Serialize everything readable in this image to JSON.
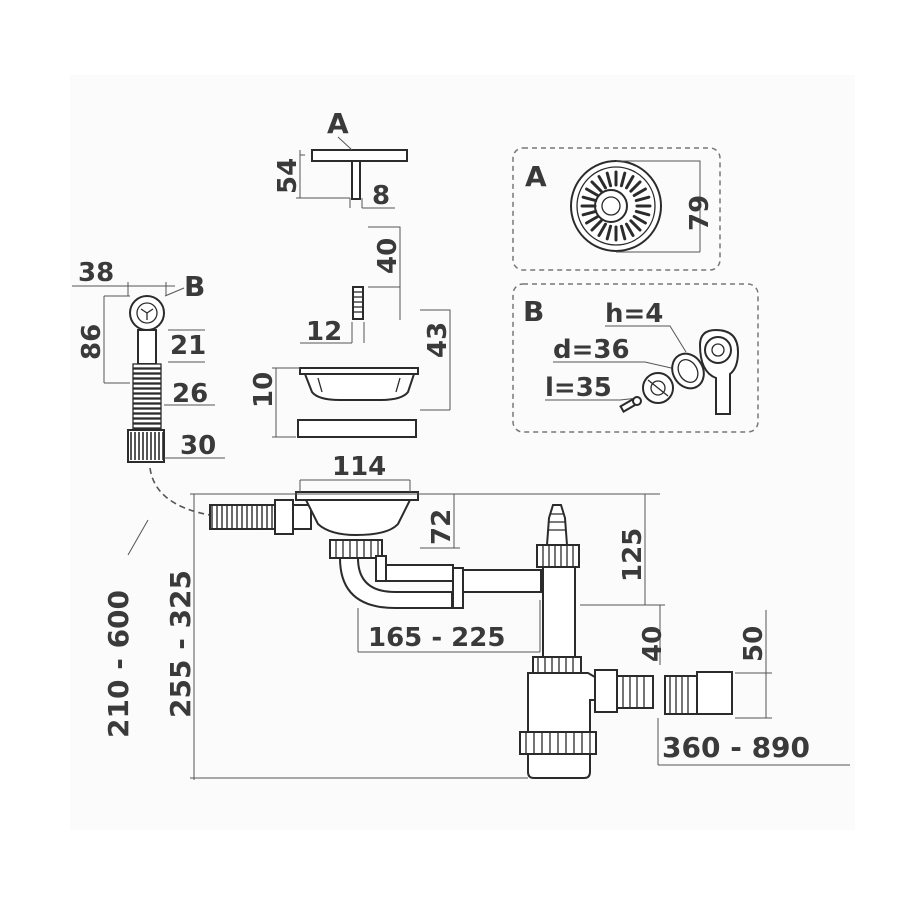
{
  "labels": {
    "a_top": "A",
    "a_box": "A",
    "b_side": "B",
    "b_box": "B"
  },
  "dimensions": {
    "d54": "54",
    "d8": "8",
    "d40_screw": "40",
    "d12": "12",
    "d43": "43",
    "d10": "10",
    "d79": "79",
    "d38": "38",
    "d86": "86",
    "d21": "21",
    "d26": "26",
    "d30": "30",
    "d114": "114",
    "d72": "72",
    "d125": "125",
    "d165_225": "165 - 225",
    "d40_outlet": "40",
    "d50": "50",
    "d360_890": "360 - 890",
    "d210_600": "210 - 600",
    "d255_325": "255 - 325"
  },
  "specs": {
    "h": "h=4",
    "d": "d=36",
    "l": "l=35"
  }
}
